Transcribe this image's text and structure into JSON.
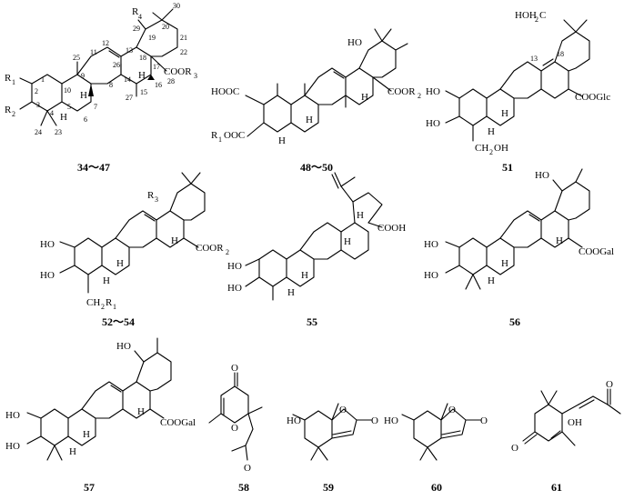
{
  "compounds": [
    {
      "id": "34-47",
      "caption": "34～47",
      "labels": [
        "R",
        "4",
        "30",
        "29",
        "20",
        "19",
        "21",
        "12",
        "13",
        "18",
        "22",
        "11",
        "26",
        "17",
        "COOR",
        "3",
        "R",
        "1",
        "25",
        "9",
        "28",
        "1",
        "2",
        "10",
        "14",
        "16",
        "15",
        "8",
        "3",
        "5",
        "27",
        "7",
        "R",
        "2",
        "4",
        "H",
        "6",
        "24",
        "23",
        "H",
        "H"
      ]
    },
    {
      "id": "48-50",
      "caption": "48～50",
      "labels": [
        "HO",
        "HOOC",
        "COOR",
        "2",
        "R",
        "1",
        "OOC",
        "H",
        "H",
        "H"
      ]
    },
    {
      "id": "51",
      "caption": "51",
      "labels": [
        "HOH",
        "2",
        "C",
        "13",
        "18",
        "COOGlc",
        "HO",
        "HO",
        "H",
        "H",
        "CH",
        "2",
        "OH"
      ]
    },
    {
      "id": "52-54",
      "caption": "52～54",
      "labels": [
        "R",
        "3",
        "COOR",
        "2",
        "H",
        "HO",
        "HO",
        "H",
        "H",
        "CH",
        "2",
        "R",
        "1"
      ]
    },
    {
      "id": "55",
      "caption": "55",
      "labels": [
        "COOH",
        "HO",
        "HO",
        "H",
        "H",
        "H",
        "H"
      ]
    },
    {
      "id": "56",
      "caption": "56",
      "labels": [
        "HO",
        "COOGal",
        "H",
        "HO",
        "HO",
        "H",
        "H"
      ]
    },
    {
      "id": "57",
      "caption": "57",
      "labels": [
        "HO",
        "COOGal",
        "H",
        "HO",
        "HO",
        "H",
        "H"
      ]
    },
    {
      "id": "58",
      "caption": "58",
      "labels": [
        "O",
        "O",
        "O"
      ]
    },
    {
      "id": "59",
      "caption": "59",
      "labels": [
        "HO",
        "O",
        "O"
      ]
    },
    {
      "id": "60",
      "caption": "60",
      "labels": [
        "HO",
        "O",
        "O"
      ]
    },
    {
      "id": "61",
      "caption": "61",
      "labels": [
        "O",
        "OH",
        "O"
      ]
    }
  ]
}
